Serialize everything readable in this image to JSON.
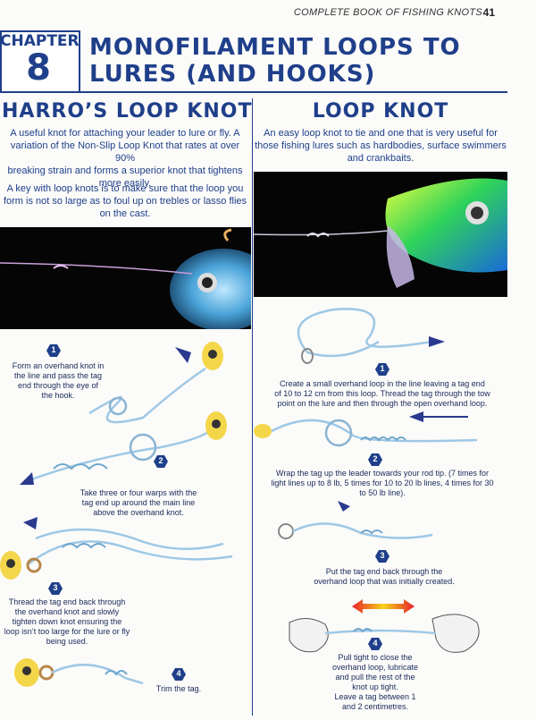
{
  "header": {
    "running_title": "COMPLETE BOOK OF FISHING KNOTS",
    "page_number": "41"
  },
  "chapter": {
    "word": "CHAPTER",
    "number": "8",
    "title_line1": "MONOFILAMENT LOOPS TO",
    "title_line2": "LURES (AND HOOKS)"
  },
  "left": {
    "title": "HARRO’S LOOP KNOT",
    "intro_lines": [
      "A useful knot for attaching your leader to lure or fly. A",
      "variation of the Non-Slip Loop Knot that rates at over 90%",
      "breaking strain and forms a superior knot that tightens",
      "more easily."
    ],
    "tip_lines": [
      "A key with loop knots is to make sure that the loop you",
      "form is not so large as to foul up on trebles or lasso flies",
      "on the cast."
    ],
    "steps": [
      {
        "num": "1",
        "lines": [
          "Form an overhand knot in",
          "the line and pass the tag",
          "end through the eye of",
          "the hook."
        ]
      },
      {
        "num": "2",
        "lines": [
          "Take three or four warps with the",
          "tag end up around the main line",
          "above the overhand knot."
        ]
      },
      {
        "num": "3",
        "lines": [
          "Thread the tag end back through",
          "the overhand knot and slowly",
          "tighten down knot ensuring the",
          "loop isn’t too large for the lure or fly",
          "being used."
        ]
      },
      {
        "num": "4",
        "lines": [
          "Trim the tag."
        ]
      }
    ]
  },
  "right": {
    "title": "LOOP KNOT",
    "intro_lines": [
      "An easy loop knot to tie and one that is very useful for",
      "those fishing lures such as hardbodies, surface swimmers",
      "and crankbaits."
    ],
    "steps": [
      {
        "num": "1",
        "lines": [
          "Create a small overhand loop in the line leaving a tag end",
          "of 10 to 12 cm from this loop. Thread the tag through the tow",
          "point on the lure and then through the open overhand loop."
        ]
      },
      {
        "num": "2",
        "lines": [
          "Wrap the tag up the leader towards your rod tip. (7 times for",
          "light lines up to 8 lb, 5 times for 10 to 20 lb lines, 4 times for 30",
          "to 50 lb line)."
        ]
      },
      {
        "num": "3",
        "lines": [
          "Put the tag end back through the",
          "overhand loop that was initially created."
        ]
      },
      {
        "num": "4",
        "lines": [
          "Pull tight to close the",
          "overhand loop, lubricate",
          "and pull the rest of the",
          "knot up tight.",
          "Leave a tag between 1",
          "and 2 centimetres."
        ]
      }
    ]
  },
  "colors": {
    "brand_blue": "#1f3f8a",
    "line_blue": "#9ec8e6",
    "arrow_navy": "#2b3a8f",
    "arrow_red": "#e8212a",
    "arrow_yellow": "#f7d21a"
  }
}
